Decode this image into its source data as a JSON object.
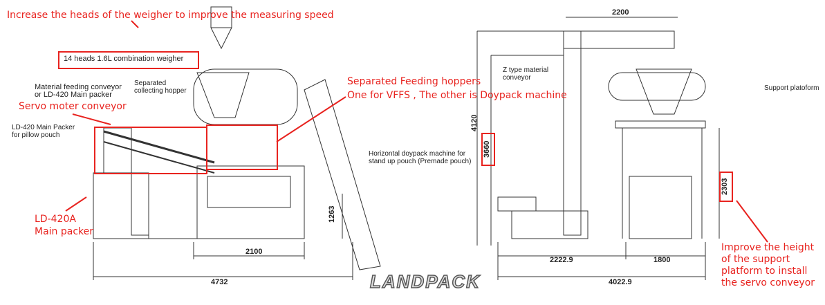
{
  "annotations": {
    "top_note": "Increase the heads of the weigher to improve the measuring speed",
    "weigher": "14 heads 1.6L combination weigher",
    "feeding_conveyor": [
      "Material feeding conveyor",
      "or LD-420 Main packer"
    ],
    "collecting_hopper": [
      "Separated",
      "collecting hopper"
    ],
    "servo": "Servo moter conveyor",
    "main_packer_pillow": [
      "LD-420 Main Packer",
      "for pillow pouch"
    ],
    "feeding_hoppers": [
      "Separated Feeding hoppers",
      "One for VFFS , The other is Doypack machine"
    ],
    "doypack": [
      "Horizontal doypack machine for",
      "stand up pouch (Premade pouch)"
    ],
    "ld420a": [
      "LD-420A",
      "Main packer"
    ],
    "z_conveyor": [
      "Z type material",
      "conveyor"
    ],
    "support": "Support platoform",
    "improve": [
      "Improve the height",
      "of the support",
      "platform to install",
      "the servo conveyor"
    ]
  },
  "dimensions": {
    "d1263": "1263",
    "d2100": "2100",
    "d4732": "4732",
    "d4120": "4120",
    "d3660": "3660",
    "d2200": "2200",
    "d2303": "2303",
    "d2222": "2222.9",
    "d1800": "1800",
    "d4022": "4022.9"
  },
  "logo": "LANDPACK"
}
